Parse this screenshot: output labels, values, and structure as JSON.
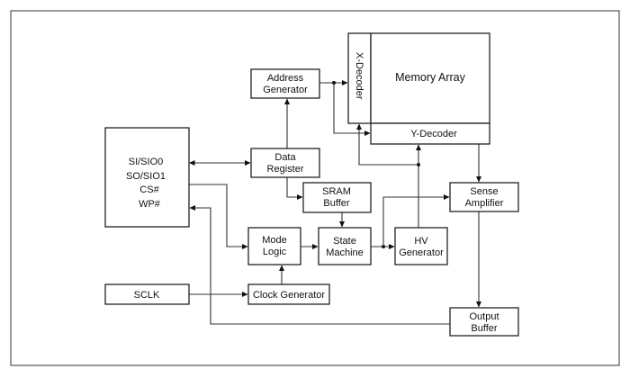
{
  "blocks": {
    "io": {
      "lines": [
        "SI/SIO0",
        "SO/SIO1",
        "CS#",
        "WP#"
      ]
    },
    "address_generator": {
      "lines": [
        "Address",
        "Generator"
      ]
    },
    "data_register": {
      "lines": [
        "Data",
        "Register"
      ]
    },
    "sram_buffer": {
      "lines": [
        "SRAM",
        "Buffer"
      ]
    },
    "x_decoder": {
      "label": "X-Decoder"
    },
    "memory_array": {
      "label": "Memory Array"
    },
    "y_decoder": {
      "label": "Y-Decoder"
    },
    "sense_amplifier": {
      "lines": [
        "Sense",
        "Amplifier"
      ]
    },
    "mode_logic": {
      "lines": [
        "Mode",
        "Logic"
      ]
    },
    "state_machine": {
      "lines": [
        "State",
        "Machine"
      ]
    },
    "hv_generator": {
      "lines": [
        "HV",
        "Generator"
      ]
    },
    "sclk": {
      "label": "SCLK"
    },
    "clock_generator": {
      "label": "Clock Generator"
    },
    "output_buffer": {
      "lines": [
        "Output",
        "Buffer"
      ]
    }
  },
  "colors": {
    "stroke": "#222222",
    "background": "#ffffff"
  }
}
